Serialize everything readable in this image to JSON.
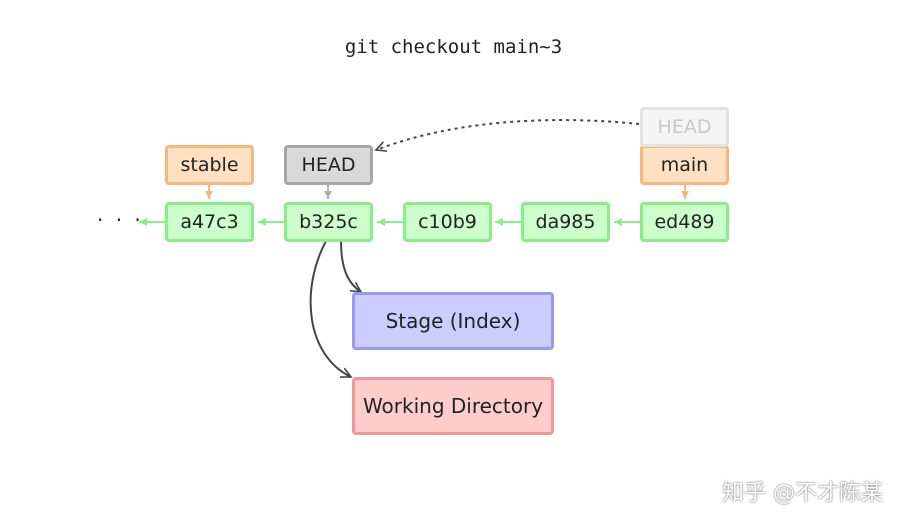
{
  "title": "git checkout main~3",
  "ellipsis": "· · ·",
  "commits": [
    "a47c3",
    "b325c",
    "c10b9",
    "da985",
    "ed489"
  ],
  "branches": {
    "stable": "stable",
    "main": "main"
  },
  "head": {
    "current": "HEAD",
    "previous": "HEAD"
  },
  "areas": {
    "stage": "Stage (Index)",
    "working_directory": "Working Directory"
  },
  "watermark": "知乎 @不才陈某",
  "colors": {
    "commit_fill": "#ccffcc",
    "commit_border": "#88ee88",
    "branch_fill": "#ffe0c2",
    "branch_border": "#f5b77a",
    "head_fill": "#d9d9d9",
    "head_border": "#a6a6a6",
    "stage_fill": "#ccccff",
    "stage_border": "#9999ee",
    "working_fill": "#ffcccc",
    "working_border": "#ee9999"
  }
}
